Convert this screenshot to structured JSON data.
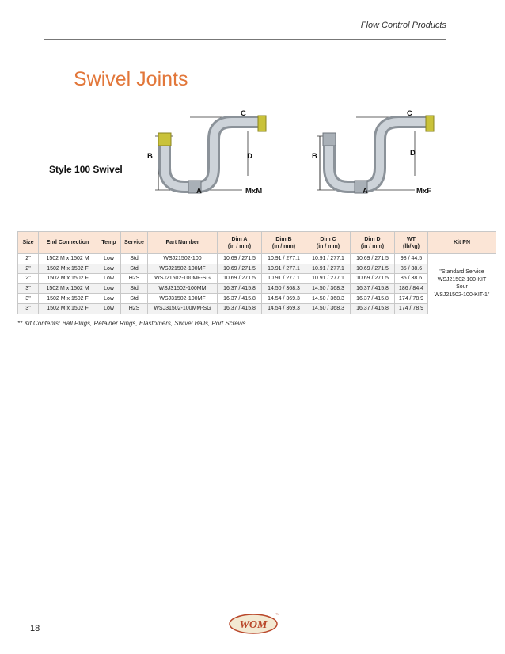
{
  "header": {
    "section": "Flow Control Products"
  },
  "page": {
    "title": "Swivel Joints",
    "style_label": "Style 100 Swivel",
    "number": "18"
  },
  "figures": [
    {
      "label": "MxM",
      "dims": [
        "A",
        "B",
        "C",
        "D"
      ]
    },
    {
      "label": "MxF",
      "dims": [
        "A",
        "B",
        "C",
        "D"
      ]
    }
  ],
  "table": {
    "headers": [
      "Size",
      "End Connection",
      "Temp",
      "Service",
      "Part Number",
      "Dim A\n(in / mm)",
      "Dim B\n(in / mm)",
      "Dim C\n(in / mm)",
      "Dim D\n(in / mm)",
      "WT\n(lb/kg)",
      "Kit PN"
    ],
    "rows": [
      [
        "2\"",
        "1502 M x 1502 M",
        "Low",
        "Std",
        "WSJ21502-100",
        "10.69 / 271.5",
        "10.91 / 277.1",
        "10.91 / 277.1",
        "10.69 / 271.5",
        "98 / 44.5"
      ],
      [
        "2\"",
        "1502 M x 1502 F",
        "Low",
        "Std",
        "WSJ21502-100MF",
        "10.69 / 271.5",
        "10.91 / 277.1",
        "10.91 / 277.1",
        "10.69 / 271.5",
        "85 / 38.6"
      ],
      [
        "2\"",
        "1502 M x 1502 F",
        "Low",
        "H2S",
        "WSJ21502-100MF-SG",
        "10.69 / 271.5",
        "10.91 / 277.1",
        "10.91 / 277.1",
        "10.69 / 271.5",
        "85 / 38.6"
      ],
      [
        "3\"",
        "1502 M x 1502 M",
        "Low",
        "Std",
        "WSJ31502-100MM",
        "16.37 / 415.8",
        "14.50 / 368.3",
        "14.50 / 368.3",
        "16.37 / 415.8",
        "186 / 84.4"
      ],
      [
        "3\"",
        "1502 M x 1502 F",
        "Low",
        "Std",
        "WSJ31502-100MF",
        "16.37 / 415.8",
        "14.54 / 369.3",
        "14.50 / 368.3",
        "16.37 / 415.8",
        "174 / 78.9"
      ],
      [
        "3\"",
        "1502 M x 1502 F",
        "Low",
        "H2S",
        "WSJ31502-100MM-SG",
        "16.37 / 415.8",
        "14.54 / 369.3",
        "14.50 / 368.3",
        "16.37 / 415.8",
        "174 / 78.9"
      ]
    ],
    "kit_pn": [
      "\"Standard Service",
      "WSJ21502-100-KIT",
      "Sour",
      "WSJ21502-100-KIT-1\""
    ]
  },
  "footnote": "** Kit Contents: Ball Plugs, Retainer Rings, Elastomers, Swivel Balls, Port Screws",
  "logo": {
    "text": "WOM",
    "tm": "™"
  },
  "colors": {
    "title": "#e2773a",
    "header_fill": "#fbe5d6",
    "fitting_yellow": "#c9c23a",
    "pipe_silver": "#b9c0c8"
  }
}
